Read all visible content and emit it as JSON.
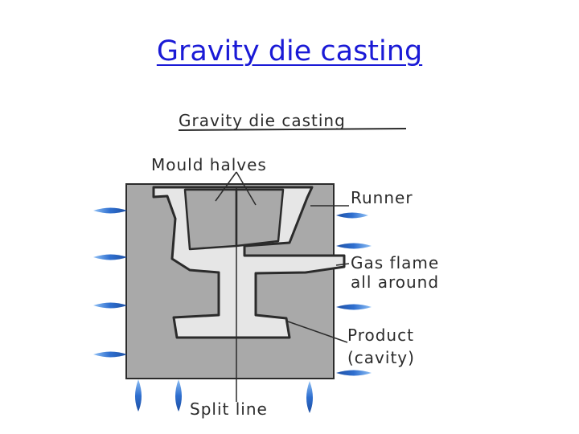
{
  "slide": {
    "title": "Gravity die casting"
  },
  "diagram": {
    "heading": "Gravity die casting",
    "labels": {
      "mould_halves": "Mould halves",
      "runner": "Runner",
      "gas_flame_line1": "Gas flame",
      "gas_flame_line2": "all around",
      "product_line1": "Product",
      "product_line2": "(cavity)",
      "split_line": "Split line"
    },
    "colors": {
      "mould": "#a9a9a9",
      "cavity": "#e6e6e6",
      "flame": "#3d7fd6",
      "ink": "#2b2b2b",
      "title_link": "#1a1ad6"
    }
  }
}
